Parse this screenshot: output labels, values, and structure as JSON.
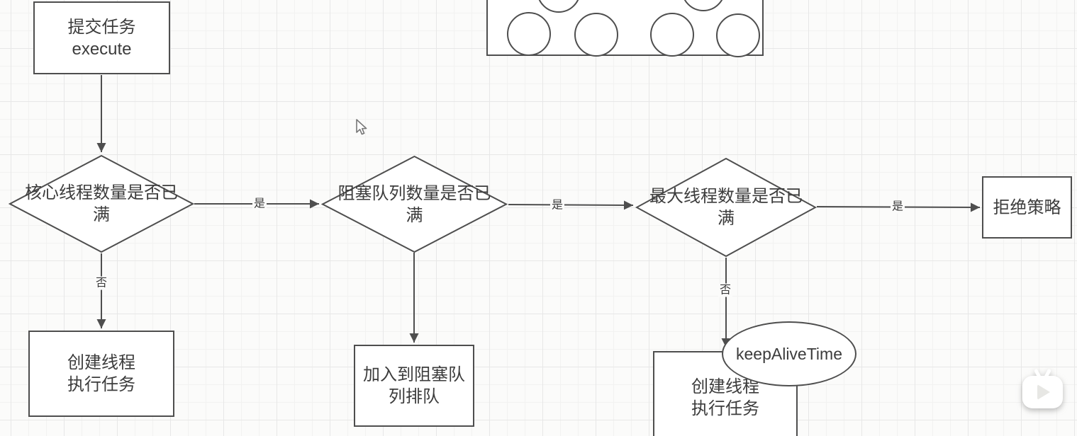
{
  "colors": {
    "bg": "#fbfbfa",
    "grid_minor": "#f2f2f1",
    "grid_major": "#e7e7e7",
    "line": "#4e4e4e",
    "text": "#3c3c3c"
  },
  "nodes": {
    "start": {
      "line1": "提交任务",
      "line2": "execute"
    },
    "core_full": {
      "line1": "核心线程数量是否已",
      "line2": "满"
    },
    "queue_full": {
      "line1": "阻塞队列数量是否已",
      "line2": "满"
    },
    "max_full": {
      "line1": "最大线程数量是否已",
      "line2": "满"
    },
    "reject": {
      "label": "拒绝策略"
    },
    "create_core": {
      "line1": "创建线程",
      "line2": "执行任务"
    },
    "enqueue": {
      "line1": "加入到阻塞队",
      "line2": "列排队"
    },
    "create_max": {
      "line1": "创建线程",
      "line2": "执行任务"
    },
    "keep_alive": {
      "label": "keepAliveTime"
    }
  },
  "edge_labels": {
    "core_yes": "是",
    "queue_yes": "是",
    "max_yes": "是",
    "core_no": "否",
    "max_no": "否"
  },
  "icons": {
    "watermark": "tv-play-icon",
    "cursor": "mouse-pointer-icon"
  }
}
